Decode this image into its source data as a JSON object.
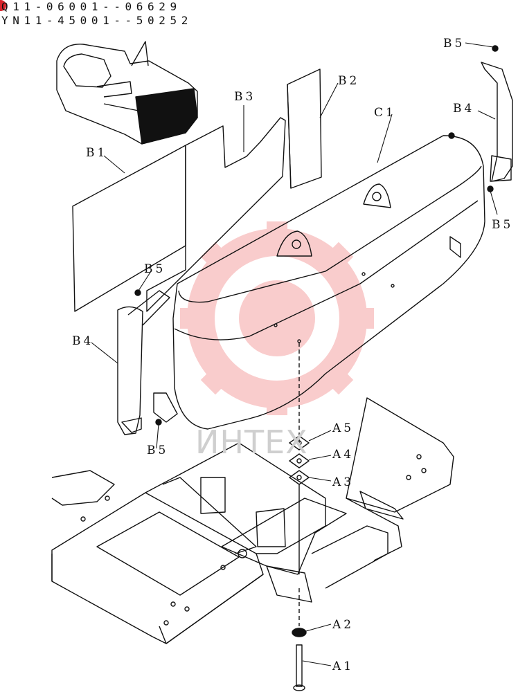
{
  "serials": {
    "line1": "Q11-06001--06629",
    "line2": "YN11-45001--50252"
  },
  "callouts": {
    "b5_top": "B5",
    "b2": "B2",
    "b3": "B3",
    "c1": "C1",
    "b4_right": "B4",
    "b1": "B1",
    "b5_right": "B5",
    "b5_left": "B5",
    "b4_left": "B4",
    "b5_bottom": "B5",
    "a5": "A5",
    "a4": "A4",
    "a3": "A3",
    "a2": "A2",
    "a1": "A1"
  },
  "watermark": {
    "text": "ИНТЕХ",
    "color": "#f2a0a0"
  },
  "colors": {
    "line": "#111111",
    "marker": "#d9262c"
  }
}
